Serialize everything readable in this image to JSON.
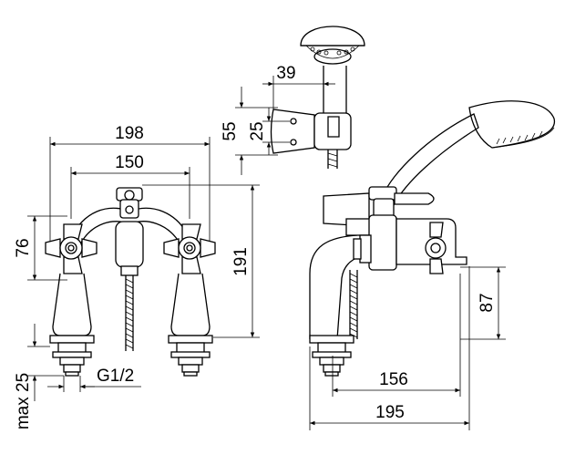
{
  "dimensions": {
    "d198": "198",
    "d150": "150",
    "d76": "76",
    "d191": "191",
    "dmax25": "max 25",
    "dthread": "G1/2",
    "d39": "39",
    "d55": "55",
    "d25": "25",
    "d87": "87",
    "d156": "156",
    "d195": "195"
  }
}
